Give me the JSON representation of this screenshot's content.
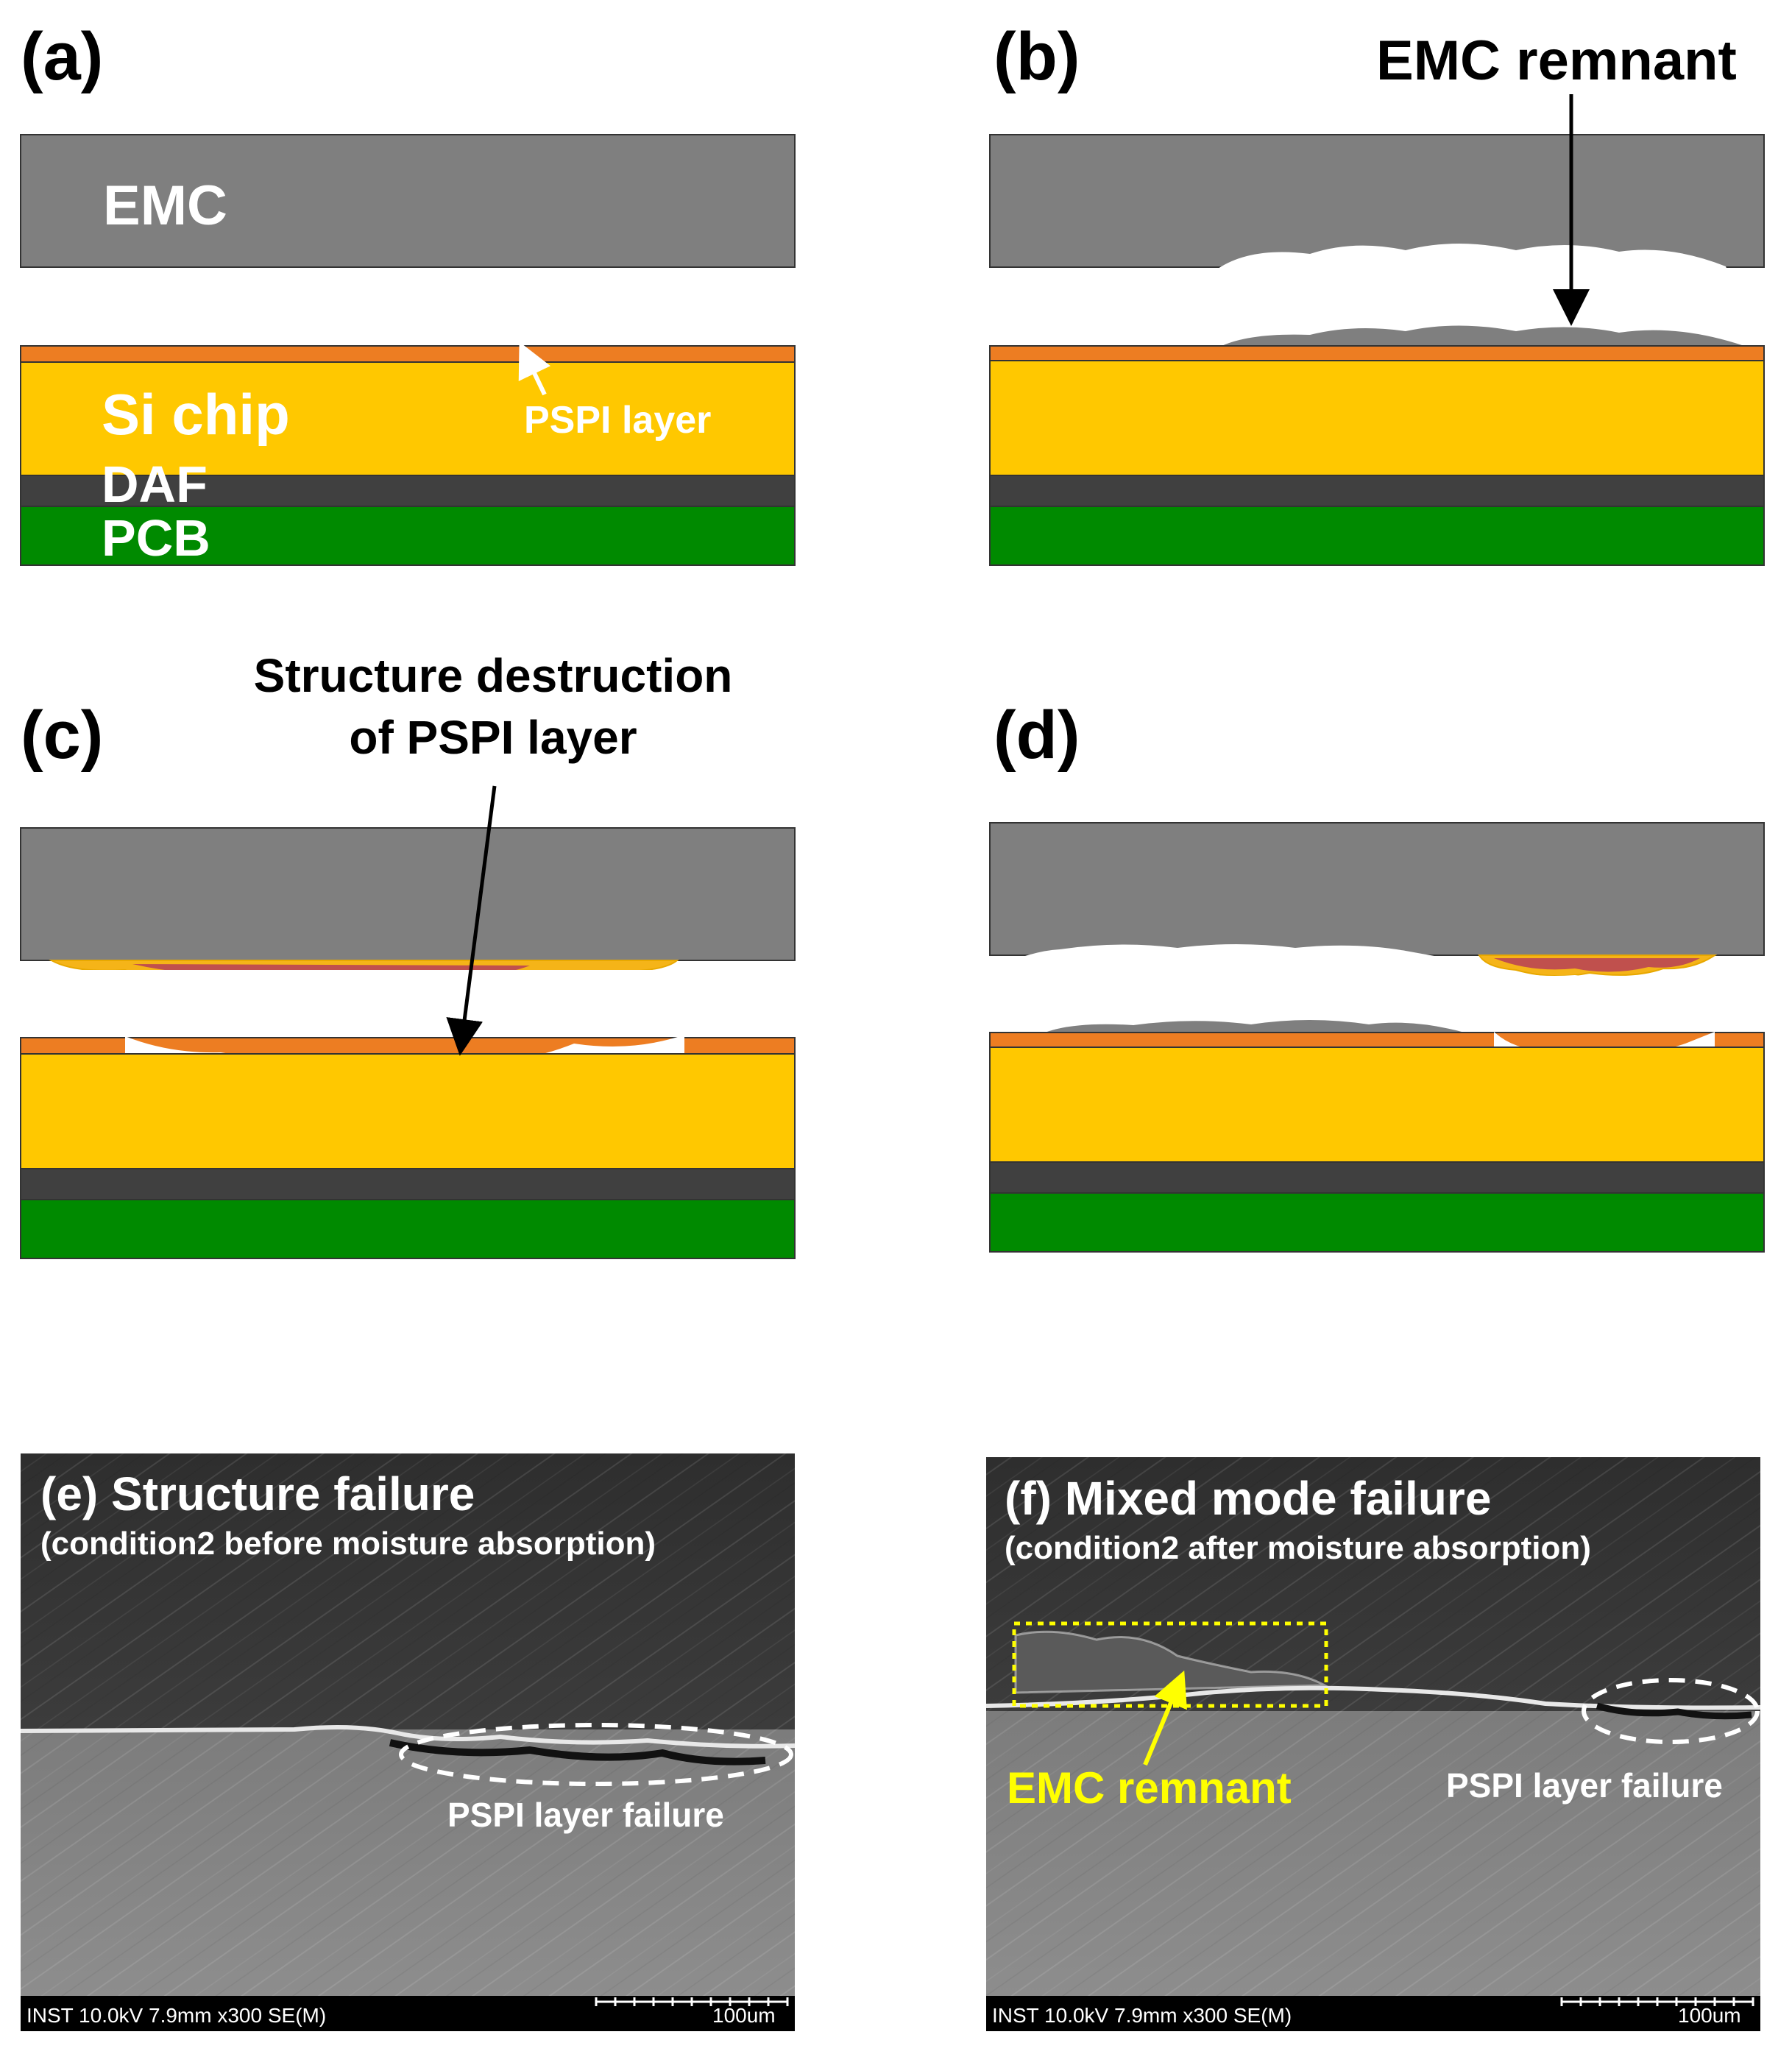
{
  "panels": {
    "a": {
      "label": "(a)",
      "emc_text": "EMC",
      "si_chip_text": "Si chip",
      "daf_text": "DAF",
      "pcb_text": "PCB",
      "pspi_text": "PSPI layer"
    },
    "b": {
      "label": "(b)",
      "annotation": "EMC remnant"
    },
    "c": {
      "label": "(c)",
      "annotation_line1": "Structure destruction",
      "annotation_line2": "of PSPI layer"
    },
    "d": {
      "label": "(d)"
    },
    "e": {
      "title": "(e) Structure failure",
      "subtitle": "(condition2 before moisture absorption)",
      "callout": "PSPI layer failure",
      "footer_info": "INST 10.0kV 7.9mm x300 SE(M)",
      "scale_label": "100um"
    },
    "f": {
      "title": "(f) Mixed mode failure",
      "subtitle": "(condition2 after moisture absorption)",
      "callout_emc": "EMC remnant",
      "callout_pspi": "PSPI layer failure",
      "footer_info": "INST 10.0kV 7.9mm x300 SE(M)",
      "scale_label": "100um"
    }
  },
  "colors": {
    "emc": "#7f7f7f",
    "pspi": "#ed7d22",
    "si_chip": "#ffc800",
    "daf": "#404040",
    "pcb": "#008a00",
    "residue": "#c0504d",
    "sem_dark": "#3a3a3a",
    "sem_light": "#8a8a8a",
    "highlight": "#ffff00"
  }
}
